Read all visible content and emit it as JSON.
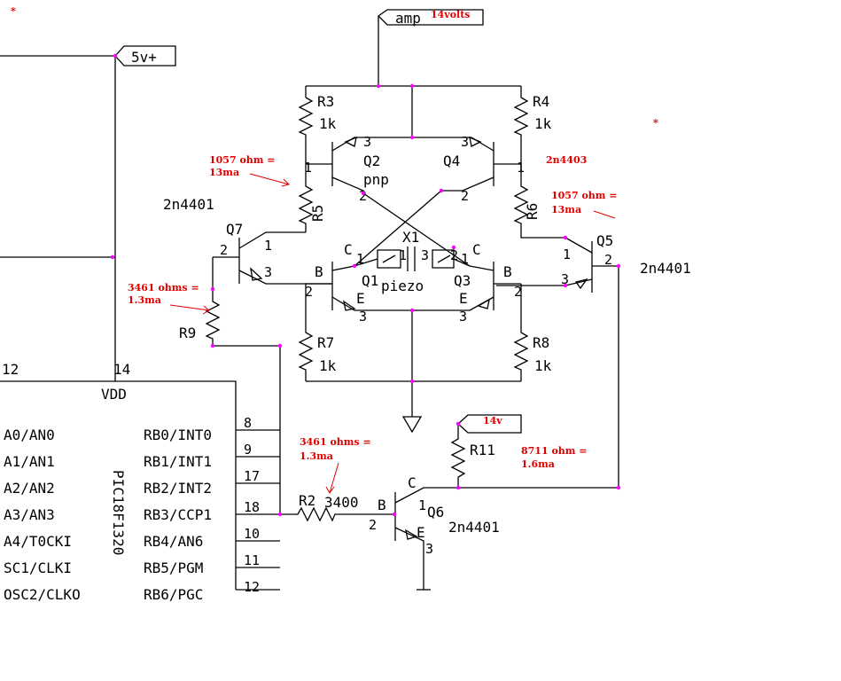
{
  "colors": {
    "wire": "#000000",
    "annotation": "#e00000",
    "junction": "#ff00ff"
  },
  "ports": {
    "amp": "amp",
    "supply_5v": "5v+",
    "supply_14v": "14v"
  },
  "resistors": {
    "r3": {
      "name": "R3",
      "value": "1k"
    },
    "r4": {
      "name": "R4",
      "value": "1k"
    },
    "r5": {
      "name": "R5"
    },
    "r6": {
      "name": "R6"
    },
    "r7": {
      "name": "R7",
      "value": "1k"
    },
    "r8": {
      "name": "R8",
      "value": "1k"
    },
    "r9": {
      "name": "R9"
    },
    "r2": {
      "name": "R2",
      "value": "3400"
    },
    "r11": {
      "name": "R11"
    }
  },
  "transistors": {
    "q1": "Q1",
    "q2": "Q2",
    "q3": "Q3",
    "q4": "Q4",
    "q5": "Q5",
    "q6": "Q6",
    "q7": "Q7",
    "pnp_label": "pnp",
    "part_2n4401": "2n4401",
    "part_2n4403": "2n4403"
  },
  "pins": {
    "one": "1",
    "two": "2",
    "three": "3",
    "b": "B",
    "c": "C",
    "e": "E"
  },
  "piezo": {
    "name": "X1",
    "label": "piezo",
    "pin1": "1",
    "pin2": "2",
    "pin3": "3"
  },
  "mcu": {
    "part": "PIC18F1320",
    "vdd": "VDD",
    "pin_left_top": "12",
    "pin_vdd": "14",
    "left_pins": [
      "A0/AN0",
      "A1/AN1",
      "A2/AN2",
      "A3/AN3",
      "A4/T0CKI",
      "SC1/CLKI",
      "OSC2/CLKO"
    ],
    "right_pins": [
      {
        "num": "8",
        "name": "RB0/INT0"
      },
      {
        "num": "9",
        "name": "RB1/INT1"
      },
      {
        "num": "17",
        "name": "RB2/INT2"
      },
      {
        "num": "18",
        "name": "RB3/CCP1"
      },
      {
        "num": "10",
        "name": "RB4/AN6"
      },
      {
        "num": "11",
        "name": "RB5/PGM"
      },
      {
        "num": "12",
        "name": "RB6/PGC"
      }
    ]
  },
  "annotations": {
    "star": "*",
    "amp_volts": "14volts",
    "r5_calc": [
      "1057 ohm =",
      "13ma"
    ],
    "r6_calc": [
      "1057 ohm =",
      "13ma"
    ],
    "r9_calc": [
      "3461 ohms =",
      "1.3ma"
    ],
    "r2_calc": [
      "3461 ohms =",
      "1.3ma"
    ],
    "r11_calc": [
      "8711 ohm =",
      "1.6ma"
    ]
  }
}
